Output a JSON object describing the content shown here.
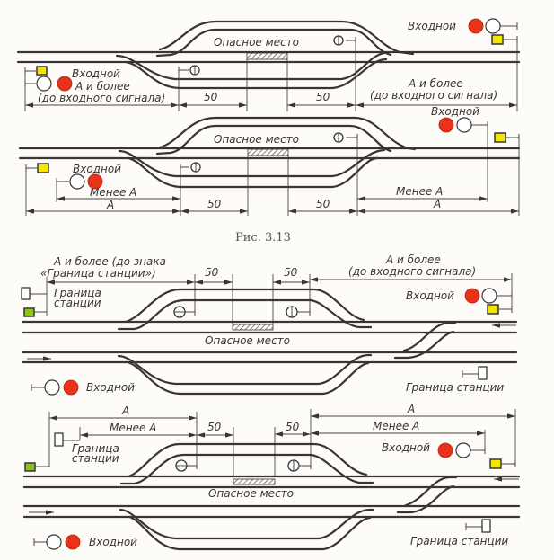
{
  "caption": "Рис. 3.13",
  "colors": {
    "track": "#3a3535",
    "signal_red": "#e8331a",
    "signal_yellow": "#f4e600",
    "signal_green": "#8cc21e",
    "background": "#fdfcf8"
  },
  "diagram1": {
    "danger_label": "Опасное место",
    "left_signal_label": "Входной",
    "left_dim_label_line1": "А и более",
    "left_dim_label_line2": "(до входного сигнала)",
    "right_signal_label": "Входной",
    "right_dim_label_line1": "А и более",
    "right_dim_label_line2": "(до входного сигнала)",
    "dim_50_left": "50",
    "dim_50_right": "50"
  },
  "diagram2": {
    "danger_label": "Опасное место",
    "left_signal_label": "Входной",
    "left_less_label": "Менее А",
    "left_a_label": "А",
    "right_signal_label": "Входной",
    "right_less_label": "Менее А",
    "right_a_label": "А",
    "dim_50_left": "50",
    "dim_50_right": "50"
  },
  "diagram3": {
    "top_left_dim_line1": "А и более (до знака",
    "top_left_dim_line2": "«Граница станции»)",
    "boundary_left_line1": "Граница",
    "boundary_left_line2": "станции",
    "dim_50_left": "50",
    "dim_50_right": "50",
    "top_right_dim_line1": "А и более",
    "top_right_dim_line2": "(до входного сигнала)",
    "right_signal_label": "Входной",
    "danger_label": "Опасное место",
    "bottom_left_signal_label": "Входной",
    "boundary_right_label": "Граница станции"
  },
  "diagram4": {
    "left_a_label": "А",
    "left_less_label": "Менее А",
    "boundary_left_line1": "Граница",
    "boundary_left_line2": "станции",
    "dim_50_left": "50",
    "dim_50_right": "50",
    "right_a_label": "А",
    "right_less_label": "Менее А",
    "right_signal_label": "Входной",
    "danger_label": "Опасное место",
    "bottom_left_signal_label": "Входной",
    "boundary_right_label": "Граница станции"
  }
}
